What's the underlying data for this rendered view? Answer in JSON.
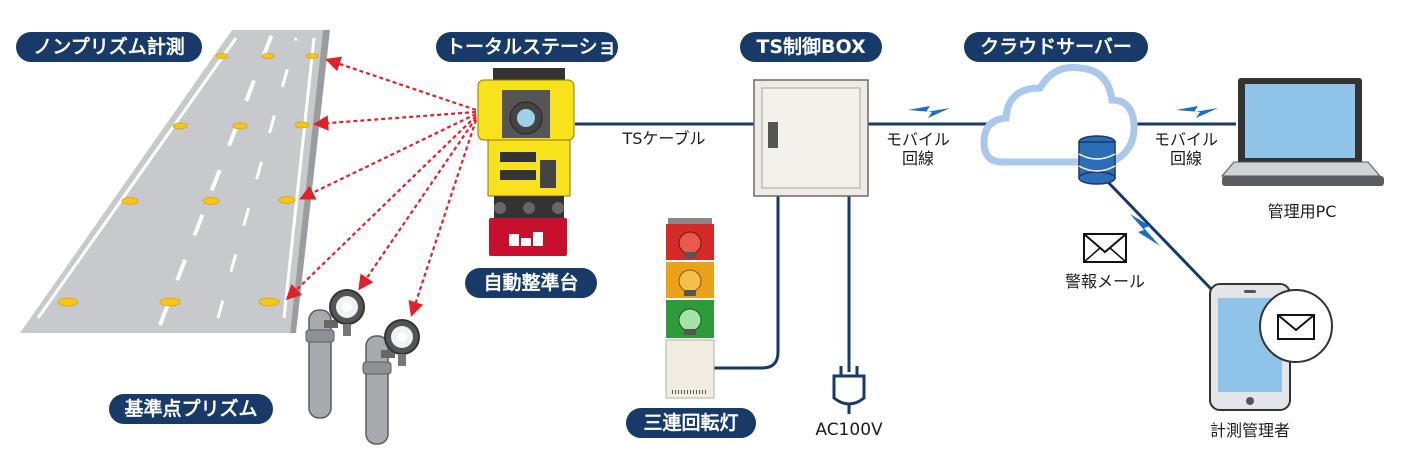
{
  "labels": {
    "nonprism": "ノンプリズム計測",
    "total_station": "トータルステーション",
    "auto_leveler": "自動整準台",
    "ref_prism": "基準点プリズム",
    "ts_box": "TS制御BOX",
    "cloud": "クラウドサーバー",
    "signal_tower": "三連回転灯",
    "ts_cable": "TSケーブル",
    "mobile_line_1": [
      "モバイル",
      "回線"
    ],
    "mobile_line_2": [
      "モバイル",
      "回線"
    ],
    "admin_pc": "管理用PC",
    "alert_mail": "警報メール",
    "power": "AC100V",
    "measure_admin": "計測管理者"
  },
  "colors": {
    "badge": "#183a68",
    "line": "#183a68",
    "laser": "#e0202a",
    "cloud": "#a9c8ec",
    "device_yellow": "#f7e21c",
    "leveler_red": "#c8102e",
    "road": "#c7c9cc"
  },
  "icons": [
    "total-station-icon",
    "cabinet-icon",
    "cloud-icon",
    "database-icon",
    "laptop-icon",
    "tablet-icon",
    "mail-icon",
    "plug-icon",
    "signal-tower-icon",
    "prism-icon",
    "lightning-icon"
  ]
}
